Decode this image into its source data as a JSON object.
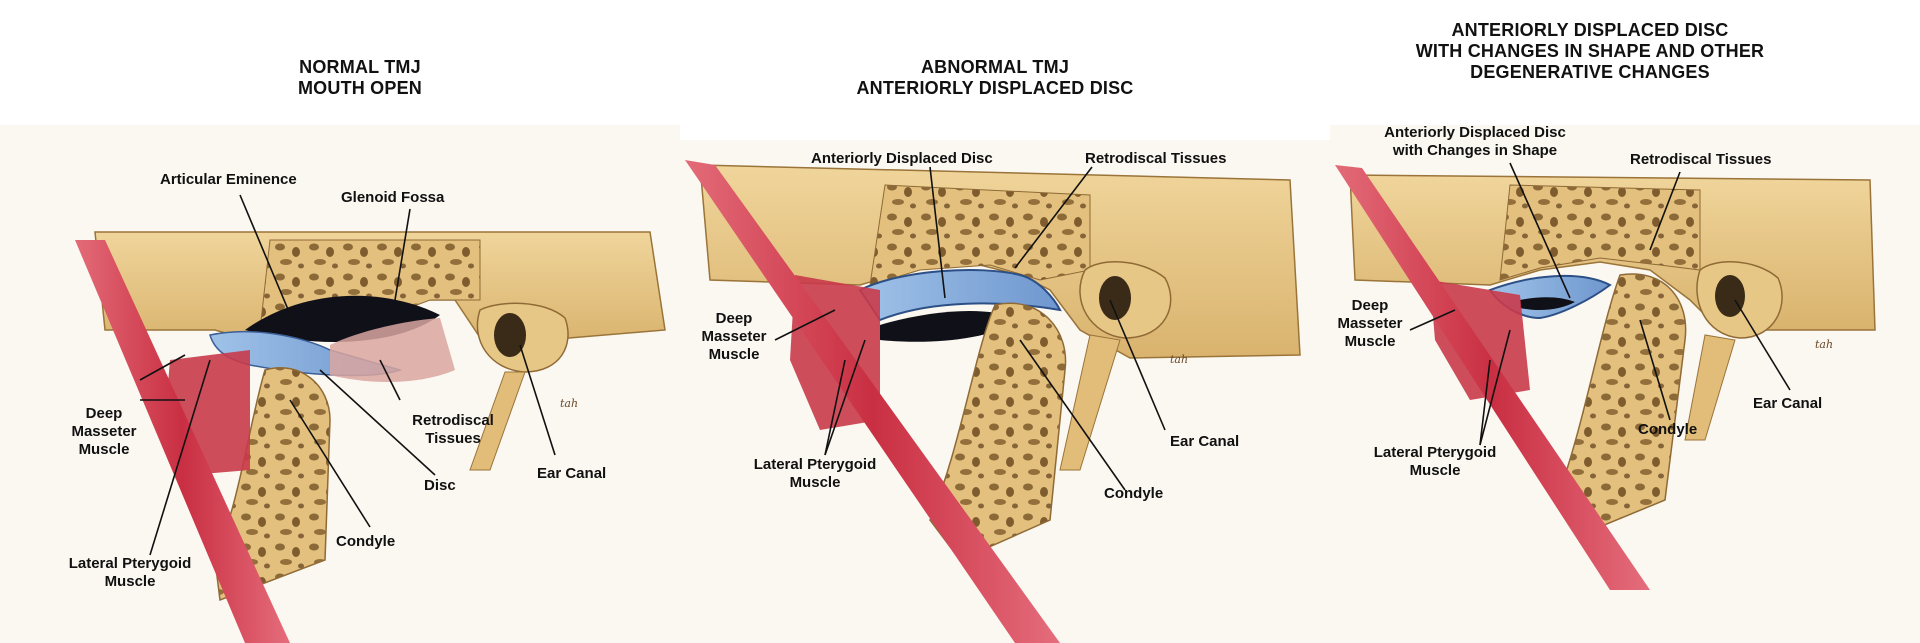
{
  "panels": [
    {
      "title_line1": "NORMAL TMJ",
      "title_line2": "MOUTH OPEN",
      "labels": {
        "articular_eminence": "Articular Eminence",
        "glenoid_fossa": "Glenoid Fossa",
        "deep_masseter": [
          "Deep",
          "Masseter",
          "Muscle"
        ],
        "retrodiscal": [
          "Retrodiscal",
          "Tissues"
        ],
        "ear_canal": "Ear Canal",
        "disc": "Disc",
        "condyle": "Condyle",
        "lateral_pterygoid": [
          "Lateral Pterygoid",
          "Muscle"
        ]
      }
    },
    {
      "title_line1": "ABNORMAL TMJ",
      "title_line2": "ANTERIORLY DISPLACED DISC",
      "labels": {
        "displaced_disc": "Anteriorly Displaced Disc",
        "retrodiscal": "Retrodiscal Tissues",
        "deep_masseter": [
          "Deep",
          "Masseter",
          "Muscle"
        ],
        "ear_canal": "Ear Canal",
        "lateral_pterygoid": [
          "Lateral Pterygoid",
          "Muscle"
        ],
        "condyle": "Condyle"
      }
    },
    {
      "title_line1": "ANTERIORLY DISPLACED DISC",
      "title_line2": "WITH CHANGES IN SHAPE AND OTHER",
      "title_line3": "DEGENERATIVE CHANGES",
      "labels": {
        "displaced_disc_shape": [
          "Anteriorly Displaced Disc",
          "with Changes in Shape"
        ],
        "retrodiscal": "Retrodiscal Tissues",
        "deep_masseter": [
          "Deep",
          "Masseter",
          "Muscle"
        ],
        "ear_canal": "Ear Canal",
        "condyle": "Condyle",
        "lateral_pterygoid": [
          "Lateral Pterygoid",
          "Muscle"
        ]
      }
    }
  ],
  "artist_signature": "tah",
  "colors": {
    "bone": "#e8c98a",
    "bone_dark": "#b8914f",
    "muscle": "#c93a4a",
    "disc": "#7fa7d6",
    "fossa_dark": "#101018"
  }
}
